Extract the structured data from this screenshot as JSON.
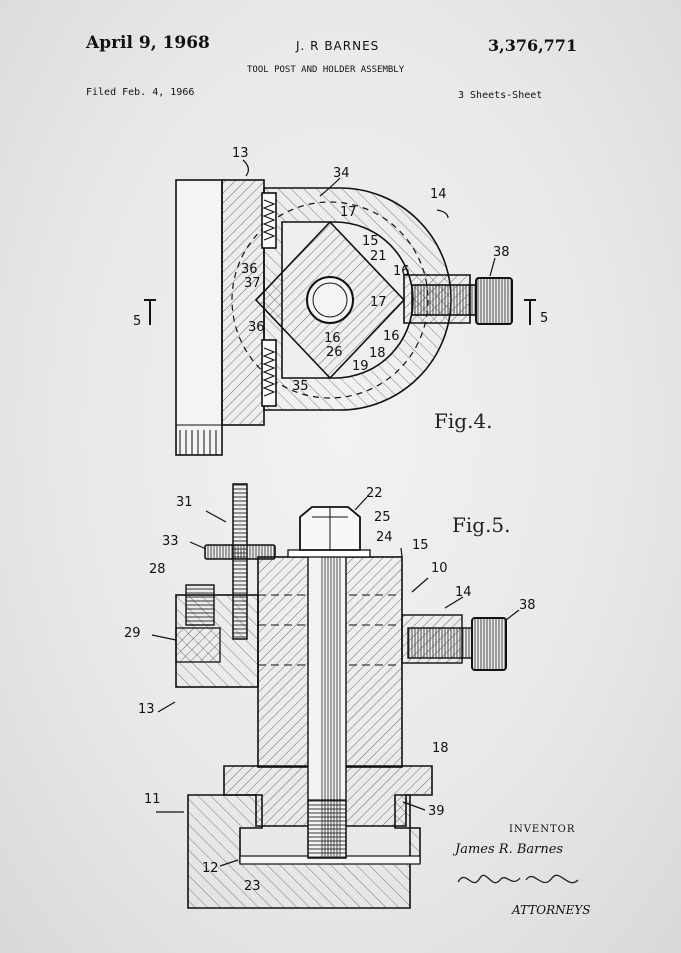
{
  "header": {
    "date": "April 9, 1968",
    "inventor": "J. R BARNES",
    "patent_number": "3,376,771",
    "title": "TOOL POST AND HOLDER ASSEMBLY",
    "filed": "Filed Feb. 4, 1966",
    "sheets": "3 Sheets-Sheet"
  },
  "fig4": {
    "label": "Fig.4.",
    "refs": {
      "r13": "13",
      "r34": "34",
      "r14": "14",
      "r17a": "17",
      "r15": "15",
      "r21": "21",
      "r16a": "16",
      "r38": "38",
      "r17b": "17",
      "r36a": "36",
      "r37": "37",
      "r16b": "16",
      "r36b": "36",
      "r16c": "16",
      "r26": "26",
      "r18": "18",
      "r19": "19",
      "r35": "35"
    },
    "section_left": "5",
    "section_right": "5"
  },
  "fig5": {
    "label": "Fig.5.",
    "refs": {
      "r31": "31",
      "r22": "22",
      "r25": "25",
      "r33": "33",
      "r24": "24",
      "r15": "15",
      "r28": "28",
      "r10": "10",
      "r14": "14",
      "r38": "38",
      "r29": "29",
      "r13": "13",
      "r18": "18",
      "r11": "11",
      "r39": "39",
      "r12": "12",
      "r23": "23"
    }
  },
  "signature": {
    "inventor_caption": "INVENTOR",
    "inventor_name": "James R. Barnes",
    "attorneys": "ATTORNEYS"
  }
}
